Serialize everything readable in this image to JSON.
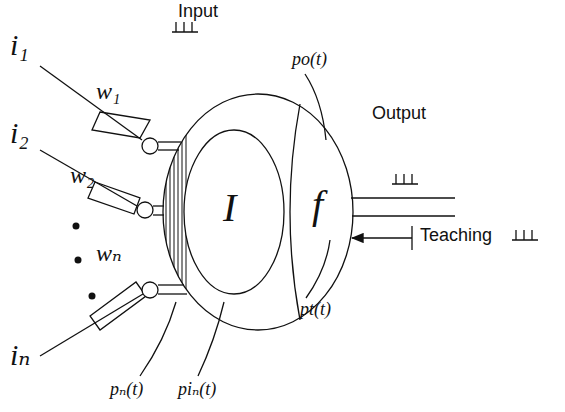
{
  "diagram": {
    "nodes": [
      {
        "text": [
          "I"
        ]
      },
      {
        "text": [
          "f"
        ]
      }
    ],
    "labels": [
      "Input",
      "i₁",
      "w₁",
      "i₂",
      "w₂",
      "wₙ",
      "iₙ",
      "po(t)",
      "Output",
      "Teaching",
      "pt(t)",
      "pₙ(t)",
      "piₙ(t)"
    ]
  }
}
